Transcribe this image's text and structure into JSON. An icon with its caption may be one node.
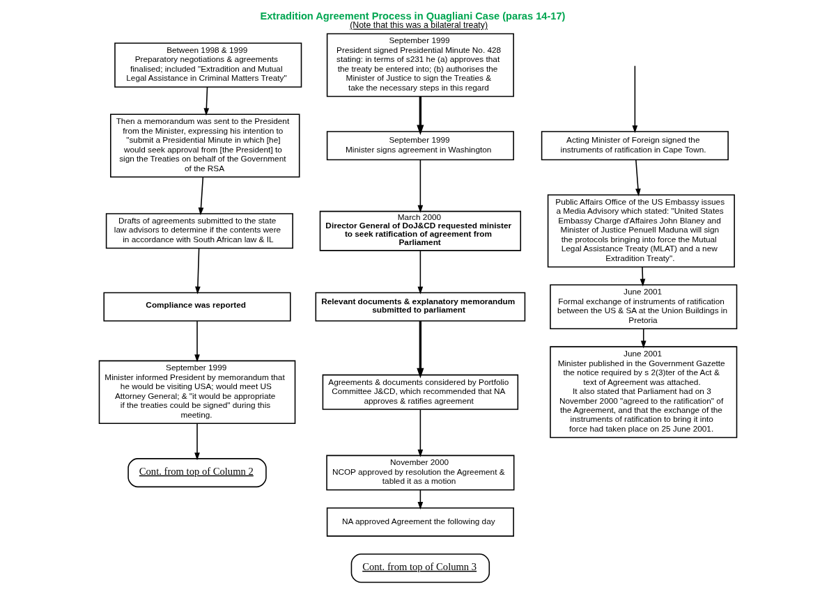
{
  "diagram": {
    "title": "Extradition Agreement Process in Quagliani Case (paras 14-17)",
    "caption": "(Note that this was a bilateral treaty)",
    "nodes": [
      {
        "text": [
          "Between 1998 & 1999",
          "Preparatory negotiations & agreements finalised; included \"Extradition and Mutual Legal Assistance in Criminal Matters Treaty\""
        ]
      },
      {
        "text": [
          "Then a memorandum was sent to the President from the Minister, expressing his intention to \"submit a Presidential Minute in which [he] would seek approval from [the President] to sign the Treaties on behalf of the Government of the RSA"
        ]
      },
      {
        "text": [
          "Drafts of agreements submitted to the state law advisors to determine if the contents were in accordance with South African law & IL"
        ]
      },
      {
        "text": [
          "Compliance was reported"
        ]
      },
      {
        "text": [
          "September 1999",
          "Minister informed President by memorandum that he would be visiting USA; would meet US Attorney General; & \"it would be appropriate if the treaties could be signed\" during this meeting."
        ]
      },
      {
        "text": [
          "Cont. from top of Column 2"
        ]
      },
      {
        "text": [
          "September 1999",
          "President signed Presidential Minute No. 428 stating: in terms of s231 he (a) approves that the treaty be entered into; (b) authorises the Minister of Justice to sign the Treaties & take the necessary steps in this regard"
        ]
      },
      {
        "text": [
          "September 1999",
          "Minister signs agreement in Washington"
        ]
      },
      {
        "text": [
          "March 2000",
          "Director General of DoJ&CD requested minister to seek ratification of agreement from Parliament"
        ]
      },
      {
        "text": [
          "Relevant documents & explanatory memorandum submitted to parliament"
        ]
      },
      {
        "text": [
          "Agreements & documents considered by Portfolio Committee J&CD, which recommended that NA approves & ratifies agreement"
        ]
      },
      {
        "text": [
          "November 2000",
          "NCOP approved by resolution the Agreement & tabled it as a motion"
        ]
      },
      {
        "text": [
          "NA approved Agreement the following day"
        ]
      },
      {
        "text": [
          "Cont. from top of Column 3"
        ]
      },
      {
        "text": [
          "Acting Minister of Foreign signed the instruments of ratification in Cape Town."
        ]
      },
      {
        "text": [
          "Public Affairs Office of the US Embassy issues a Media Advisory which stated: \"United States Embassy Charge d'Affaires John Blaney and Minister of Justice Penuell Maduna will sign the protocols bringing into force the Mutual Legal Assistance Treaty (MLAT) and a new Extradition Treaty\"."
        ]
      },
      {
        "text": [
          "June 2001",
          "Formal exchange of instruments of ratification between the US & SA at the Union Buildings in Pretoria"
        ]
      },
      {
        "text": [
          "June 2001",
          "Minister published in the Government Gazette the notice required by s 2(3)ter of the Act & text of Agreement was attached.",
          "It also stated that Parliament had on 3 November 2000 \"agreed to the ratification\" of the Agreement, and that the exchange of the instruments of ratification to bring it into force had taken place on 25 June 2001."
        ]
      }
    ],
    "edges": [
      {
        "from": 0,
        "to": 1,
        "arrow": "to"
      },
      {
        "from": 1,
        "to": 2,
        "arrow": "to"
      },
      {
        "from": 2,
        "to": 3,
        "arrow": "to"
      },
      {
        "from": 3,
        "to": 4,
        "arrow": "to"
      },
      {
        "from": 4,
        "to": 5,
        "arrow": "to"
      },
      {
        "from": 6,
        "to": 7,
        "arrow": "to",
        "style": "thick"
      },
      {
        "from": 7,
        "to": 8,
        "arrow": "to"
      },
      {
        "from": 8,
        "to": 9,
        "arrow": "to"
      },
      {
        "from": 9,
        "to": 10,
        "arrow": "to",
        "style": "thick"
      },
      {
        "from": 10,
        "to": 11,
        "arrow": "to"
      },
      {
        "from": 11,
        "to": 12,
        "arrow": "to"
      },
      {
        "from": null,
        "to": 14,
        "arrow": "to"
      },
      {
        "from": 14,
        "to": 15,
        "arrow": "to"
      },
      {
        "from": 15,
        "to": 16,
        "arrow": "to"
      },
      {
        "from": 16,
        "to": 17,
        "arrow": "to"
      }
    ]
  }
}
